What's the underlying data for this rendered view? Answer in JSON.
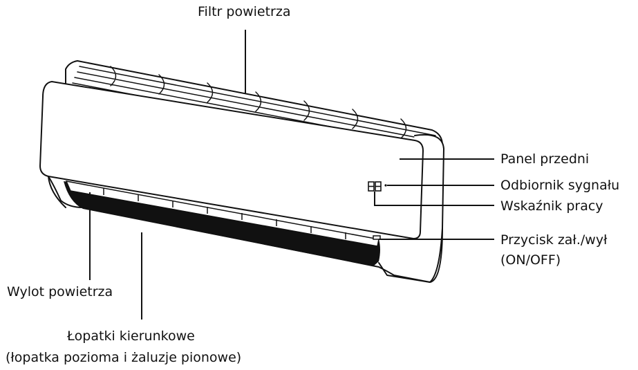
{
  "labels": {
    "air_filter": "Filtr powietrza",
    "front_panel": "Panel przedni",
    "signal_receiver": "Odbiornik sygnału",
    "operation_indicator": "Wskaźnik pracy",
    "on_off_button_line1": "Przycisk zał./wył",
    "on_off_button_line2": "(ON/OFF)",
    "air_outlet": "Wylot powietrza",
    "louvers_line1": "Łopatki kierunkowe",
    "louvers_line2": "(łopatka pozioma i żaluzje pionowe)"
  },
  "colors": {
    "line": "#111111",
    "background": "#ffffff",
    "outlet": "#111111"
  }
}
